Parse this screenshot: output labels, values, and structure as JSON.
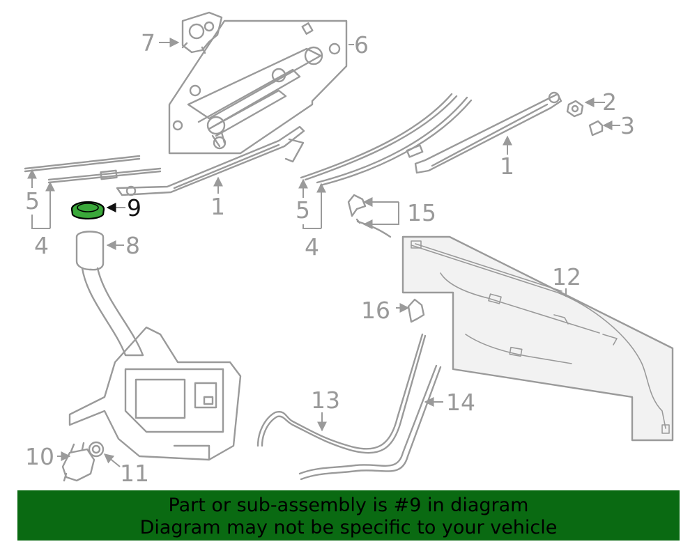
{
  "callouts": {
    "c1a": "1",
    "c1b": "1",
    "c2": "2",
    "c3": "3",
    "c4a": "4",
    "c4b": "4",
    "c5a": "5",
    "c5b": "5",
    "c6": "6",
    "c7": "7",
    "c8": "8",
    "c9": "9",
    "c10": "10",
    "c11": "11",
    "c12": "12",
    "c13": "13",
    "c14": "14",
    "c15": "15",
    "c16": "16"
  },
  "highlight": {
    "part": "9",
    "color": "#3aa83a"
  },
  "banner": {
    "line1": "Part or sub-assembly is #9 in diagram",
    "line2": "Diagram may not be specific to your vehicle",
    "background": "#0a6a12"
  }
}
